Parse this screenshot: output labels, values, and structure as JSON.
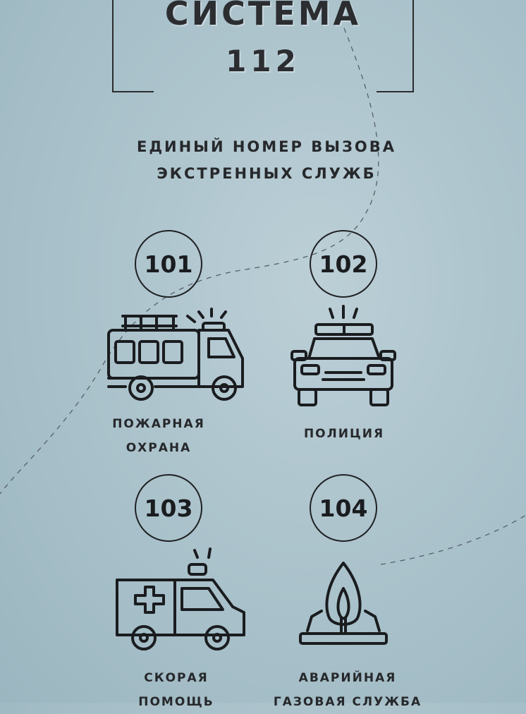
{
  "title": {
    "line1": "СИСТЕМА",
    "line2": "112"
  },
  "subtitle": {
    "line1": "ЕДИНЫЙ НОМЕР ВЫЗОВА",
    "line2": "ЭКСТРЕННЫХ СЛУЖБ"
  },
  "services": [
    {
      "number": "101",
      "label_line1": "ПОЖАРНАЯ",
      "label_line2": "ОХРАНА",
      "icon": "fire-truck-icon"
    },
    {
      "number": "102",
      "label_line1": "ПОЛИЦИЯ",
      "label_line2": "",
      "icon": "police-car-icon"
    },
    {
      "number": "103",
      "label_line1": "СКОРАЯ",
      "label_line2": "ПОМОЩЬ",
      "icon": "ambulance-icon"
    },
    {
      "number": "104",
      "label_line1": "АВАРИЙНАЯ",
      "label_line2": "ГАЗОВАЯ СЛУЖБА",
      "icon": "gas-flame-icon"
    }
  ]
}
